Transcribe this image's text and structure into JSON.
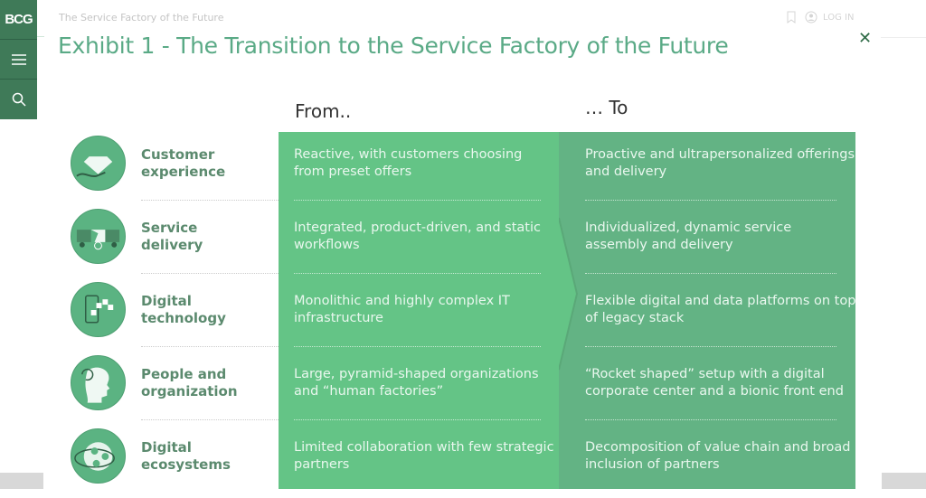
{
  "sidebar": {
    "logo": "BCG",
    "menu_icon": "menu-icon",
    "search_icon": "search-icon"
  },
  "header": {
    "subtitle": "The Service Factory of the Future",
    "title": "Exhibit 1 - The Transition to the Service Factory of the Future",
    "login": "LOG IN"
  },
  "exhibit": {
    "from_heading": "From..",
    "to_heading": "… To",
    "rows": [
      {
        "label": "Customer experience",
        "label_lines": [
          "Customer",
          "experience"
        ],
        "icon": "hand-diamond-icon",
        "from": "Reactive, with customers choosing from preset offers",
        "to": "Proactive and ultrapersonalized offerings and delivery"
      },
      {
        "label": "Service delivery",
        "label_lines": [
          "Service",
          "delivery"
        ],
        "icon": "trucks-icon",
        "from": "Integrated, product-driven, and static workflows",
        "to": "Individualized, dynamic service assembly and delivery"
      },
      {
        "label": "Digital technology",
        "label_lines": [
          "Digital",
          "technology"
        ],
        "icon": "phone-blocks-icon",
        "from": "Monolithic and highly complex IT infrastructure",
        "to": "Flexible digital and data platforms on top of legacy stack"
      },
      {
        "label": "People and organization",
        "label_lines": [
          "People and",
          "organization"
        ],
        "icon": "head-cycle-icon",
        "from": "Large, pyramid-shaped organizations and “human factories”",
        "to": "“Rocket shaped” setup with a digital corporate center and a bionic front end"
      },
      {
        "label": "Digital ecosystems",
        "label_lines": [
          "Digital",
          "ecosystems"
        ],
        "icon": "globe-network-icon",
        "from": "Limited collaboration with few strategic partners",
        "to": "Decomposition of value chain and broad inclusion of partners"
      }
    ]
  },
  "colors": {
    "sidebar": "#3f7a58",
    "title": "#5aaa86",
    "from_panel": "#64c486",
    "to_panel": "#63b384"
  }
}
